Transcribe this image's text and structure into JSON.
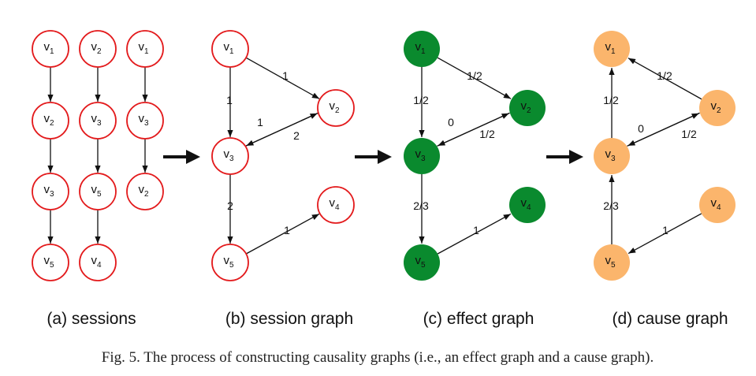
{
  "colors": {
    "plain_stroke": "#e31a1c",
    "effect_fill": "#0a8a2e",
    "cause_fill": "#fbb56c",
    "edge": "#111111"
  },
  "panels": [
    {
      "id": "sessions",
      "label": "(a) sessions",
      "style": "plain",
      "nodes": [
        {
          "id": "s1-1",
          "base": "v",
          "sub": "1"
        },
        {
          "id": "s1-2",
          "base": "v",
          "sub": "2"
        },
        {
          "id": "s1-3",
          "base": "v",
          "sub": "3"
        },
        {
          "id": "s1-4",
          "base": "v",
          "sub": "5"
        },
        {
          "id": "s2-1",
          "base": "v",
          "sub": "2"
        },
        {
          "id": "s2-2",
          "base": "v",
          "sub": "3"
        },
        {
          "id": "s2-3",
          "base": "v",
          "sub": "5"
        },
        {
          "id": "s2-4",
          "base": "v",
          "sub": "4"
        },
        {
          "id": "s3-1",
          "base": "v",
          "sub": "1"
        },
        {
          "id": "s3-2",
          "base": "v",
          "sub": "3"
        },
        {
          "id": "s3-3",
          "base": "v",
          "sub": "2"
        }
      ],
      "edges": [
        {
          "from": "s1-1",
          "to": "s1-2",
          "label": ""
        },
        {
          "from": "s1-2",
          "to": "s1-3",
          "label": ""
        },
        {
          "from": "s1-3",
          "to": "s1-4",
          "label": ""
        },
        {
          "from": "s2-1",
          "to": "s2-2",
          "label": ""
        },
        {
          "from": "s2-2",
          "to": "s2-3",
          "label": ""
        },
        {
          "from": "s2-3",
          "to": "s2-4",
          "label": ""
        },
        {
          "from": "s3-1",
          "to": "s3-2",
          "label": ""
        },
        {
          "from": "s3-2",
          "to": "s3-3",
          "label": ""
        }
      ]
    },
    {
      "id": "session-graph",
      "label": "(b) session graph",
      "style": "plain",
      "nodes": [
        {
          "id": "v1",
          "base": "v",
          "sub": "1"
        },
        {
          "id": "v2",
          "base": "v",
          "sub": "2"
        },
        {
          "id": "v3",
          "base": "v",
          "sub": "3"
        },
        {
          "id": "v4",
          "base": "v",
          "sub": "4"
        },
        {
          "id": "v5",
          "base": "v",
          "sub": "5"
        }
      ],
      "edges": [
        {
          "from": "v1",
          "to": "v2",
          "label": "1"
        },
        {
          "from": "v1",
          "to": "v3",
          "label": "1"
        },
        {
          "from": "v3",
          "to": "v2",
          "label": "1"
        },
        {
          "from": "v2",
          "to": "v3",
          "label": "2"
        },
        {
          "from": "v3",
          "to": "v5",
          "label": "2"
        },
        {
          "from": "v5",
          "to": "v4",
          "label": "1"
        }
      ]
    },
    {
      "id": "effect-graph",
      "label": "(c) effect graph",
      "style": "effect",
      "nodes": [
        {
          "id": "v1",
          "base": "v",
          "sub": "1"
        },
        {
          "id": "v2",
          "base": "v",
          "sub": "2"
        },
        {
          "id": "v3",
          "base": "v",
          "sub": "3"
        },
        {
          "id": "v4",
          "base": "v",
          "sub": "4"
        },
        {
          "id": "v5",
          "base": "v",
          "sub": "5"
        }
      ],
      "edges": [
        {
          "from": "v1",
          "to": "v2",
          "label": "1/2"
        },
        {
          "from": "v1",
          "to": "v3",
          "label": "1/2"
        },
        {
          "from": "v3",
          "to": "v2",
          "label": "0"
        },
        {
          "from": "v2",
          "to": "v3",
          "label": "1/2"
        },
        {
          "from": "v3",
          "to": "v5",
          "label": "2/3"
        },
        {
          "from": "v5",
          "to": "v4",
          "label": "1"
        }
      ]
    },
    {
      "id": "cause-graph",
      "label": "(d) cause graph",
      "style": "cause",
      "nodes": [
        {
          "id": "v1",
          "base": "v",
          "sub": "1"
        },
        {
          "id": "v2",
          "base": "v",
          "sub": "2"
        },
        {
          "id": "v3",
          "base": "v",
          "sub": "3"
        },
        {
          "id": "v4",
          "base": "v",
          "sub": "4"
        },
        {
          "id": "v5",
          "base": "v",
          "sub": "5"
        }
      ],
      "edges": [
        {
          "from": "v2",
          "to": "v1",
          "label": "1/2"
        },
        {
          "from": "v3",
          "to": "v1",
          "label": "1/2"
        },
        {
          "from": "v2",
          "to": "v3",
          "label": "0"
        },
        {
          "from": "v3",
          "to": "v2",
          "label": "1/2"
        },
        {
          "from": "v5",
          "to": "v3",
          "label": "2/3"
        },
        {
          "from": "v4",
          "to": "v5",
          "label": "1"
        }
      ]
    }
  ],
  "caption": "Fig. 5.  The process of constructing causality graphs (i.e., an effect graph and a cause graph)."
}
